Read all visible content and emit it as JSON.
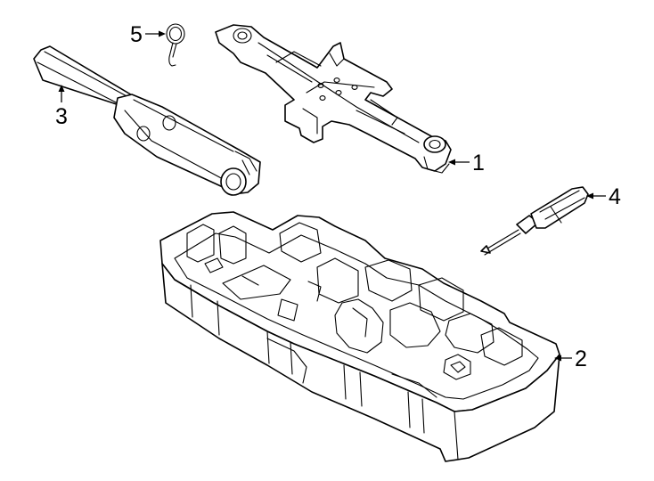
{
  "callouts": {
    "jack": "1",
    "tray": "2",
    "handle": "3",
    "screwdriver": "4",
    "pin": "5"
  },
  "colors": {
    "line": "#000000",
    "background": "#ffffff"
  }
}
